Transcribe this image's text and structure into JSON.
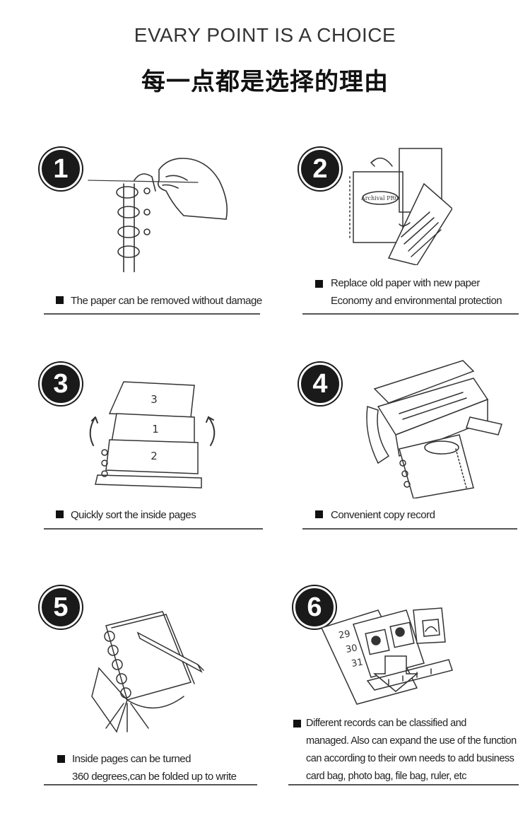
{
  "header": {
    "title_en": "EVARY POINT IS A CHOICE",
    "title_cn": "每一点都是选择的理由"
  },
  "features": [
    {
      "number": "1",
      "lines": [
        "The paper can be removed without damage"
      ]
    },
    {
      "number": "2",
      "lines": [
        "Replace old paper with new paper",
        "Economy and environmental protection"
      ]
    },
    {
      "number": "3",
      "lines": [
        "Quickly sort the inside pages"
      ]
    },
    {
      "number": "4",
      "lines": [
        "Convenient  copy  record"
      ]
    },
    {
      "number": "5",
      "lines": [
        "Inside pages can be turned",
        "360 degrees,can be folded up to write"
      ]
    },
    {
      "number": "6",
      "lines": [
        "Different records can be classified and",
        "managed. Also can expand the use of the function",
        "can according to their own needs to add business",
        "card bag, photo bag, file bag, ruler, etc"
      ]
    }
  ],
  "illustrations": {
    "page_labels": [
      "3",
      "1",
      "2"
    ],
    "stamp_text": "Archival PRO",
    "calendar_digits": [
      "29",
      "30",
      "31"
    ]
  },
  "colors": {
    "badge": "#1a1a1a",
    "text": "#222222",
    "rule": "#555555"
  },
  "icons": [
    "hand-ring-binder-icon",
    "replace-paper-icon",
    "sort-pages-icon",
    "copier-icon",
    "rotating-notebook-icon",
    "expandable-pockets-icon"
  ]
}
